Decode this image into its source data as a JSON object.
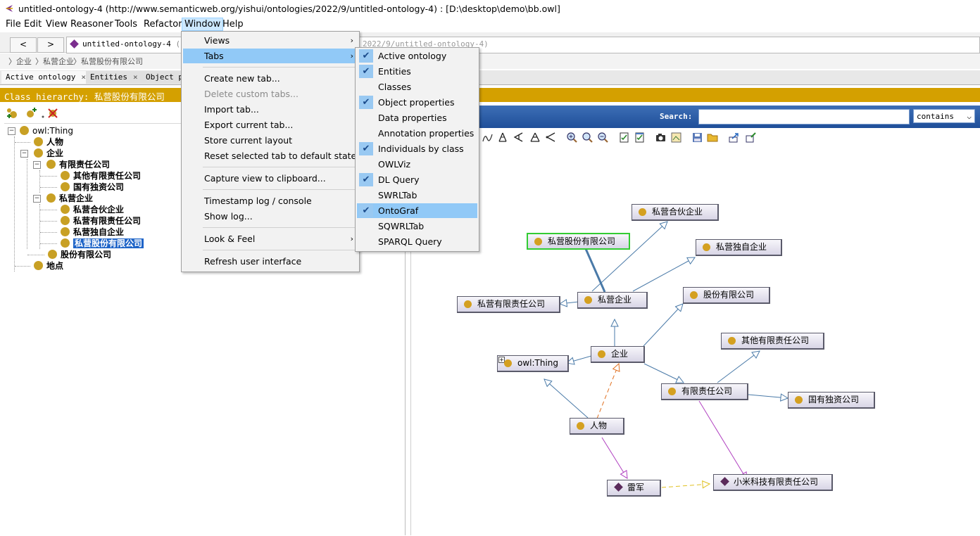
{
  "window": {
    "title": "untitled-ontology-4 (http://www.semanticweb.org/yishui/ontologies/2022/9/untitled-ontology-4)  : [D:\\desktop\\demo\\bb.owl]"
  },
  "menubar": [
    "File",
    "Edit",
    "View",
    "Reasoner",
    "Tools",
    "Refactor",
    "Window",
    "Help"
  ],
  "nav": {
    "back": "<",
    "forward": ">",
    "ontology_name": "untitled-ontology-4",
    "ontology_iri_start": "(ht",
    "ontology_iri_tail": "2022/9/untitled-ontology-4)"
  },
  "breadcrumb": [
    "〉企业",
    "〉私营企业",
    "〉私营股份有限公司"
  ],
  "tabs": [
    {
      "label": "Active ontology",
      "close": "×"
    },
    {
      "label": "Entities",
      "close": "×"
    },
    {
      "label": "Object pr",
      "close": ""
    }
  ],
  "view_title": "Class hierarchy: 私营股份有限公司",
  "tree": {
    "root": "owl:Thing",
    "n_renwu": "人物",
    "n_qiye": "企业",
    "n_youxian": "有限责任公司",
    "n_qita": "其他有限责任公司",
    "n_guoyou": "国有独资公司",
    "n_siying": "私营企业",
    "n_hehuo": "私营合伙企业",
    "n_syyx": "私营有限责任公司",
    "n_duzi": "私营独自企业",
    "n_sygf": "私营股份有限公司",
    "n_gufen": "股份有限公司",
    "n_didian": "地点",
    "expand_minus": "−"
  },
  "search": {
    "label": "Search:",
    "value": "",
    "mode": "contains",
    "arrow": "⌵"
  },
  "graph": {
    "nodes": {
      "hehuo": "私营合伙企业",
      "sygf": "私营股份有限公司",
      "duzi": "私营独自企业",
      "syyx": "私营有限责任公司",
      "siying": "私营企业",
      "gufen": "股份有限公司",
      "qita": "其他有限责任公司",
      "thing": "owl:Thing",
      "qiye": "企业",
      "youxian": "有限责任公司",
      "guoyou": "国有独资公司",
      "renwu": "人物",
      "leijun": "雷军",
      "xiaomi": "小米科技有限责任公司"
    },
    "plus": "+"
  },
  "window_menu": {
    "items": [
      {
        "label": "Views",
        "arrow": "›"
      },
      {
        "label": "Tabs",
        "arrow": "›"
      },
      {
        "label": "Create new tab..."
      },
      {
        "label": "Delete custom tabs..."
      },
      {
        "label": "Import tab..."
      },
      {
        "label": "Export current tab..."
      },
      {
        "label": "Store current layout"
      },
      {
        "label": "Reset selected tab to default state"
      },
      {
        "label": "Capture view to clipboard..."
      },
      {
        "label": "Timestamp log / console"
      },
      {
        "label": "Show log..."
      },
      {
        "label": "Look & Feel",
        "arrow": "›"
      },
      {
        "label": "Refresh user interface"
      }
    ]
  },
  "tabs_submenu": {
    "check_glyph": "✔",
    "items": [
      {
        "label": "Active ontology",
        "checked": true
      },
      {
        "label": "Entities",
        "checked": true
      },
      {
        "label": "Classes",
        "checked": false
      },
      {
        "label": "Object properties",
        "checked": true
      },
      {
        "label": "Data properties",
        "checked": false
      },
      {
        "label": "Annotation properties",
        "checked": false
      },
      {
        "label": "Individuals by class",
        "checked": true
      },
      {
        "label": "OWLViz",
        "checked": false
      },
      {
        "label": "DL Query",
        "checked": true
      },
      {
        "label": "SWRLTab",
        "checked": false
      },
      {
        "label": "OntoGraf",
        "checked": true
      },
      {
        "label": "SQWRLTab",
        "checked": false
      },
      {
        "label": "SPARQL Query",
        "checked": false
      }
    ]
  }
}
